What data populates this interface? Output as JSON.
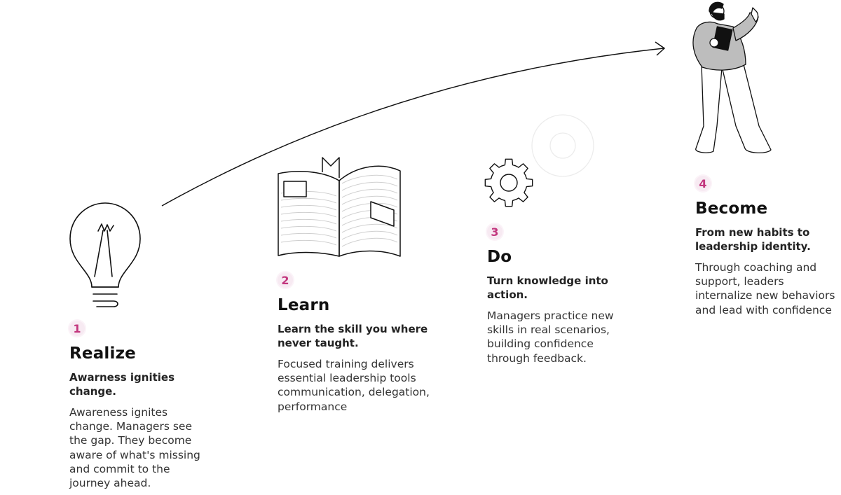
{
  "accent_color": "#c2357d",
  "badge_bg_color": "#f7eaf2",
  "steps": [
    {
      "number": "1",
      "title": "Realize",
      "subtitle": "Awarness ignities change.",
      "description": "Awareness ignites change. Managers see the gap. They become aware of what's missing and commit to the journey ahead.",
      "icon": "lightbulb-icon"
    },
    {
      "number": "2",
      "title": "Learn",
      "subtitle": "Learn the skill you where never taught.",
      "description": "Focused training delivers essential leadership tools communication, delegation, performance",
      "icon": "open-book-icon"
    },
    {
      "number": "3",
      "title": "Do",
      "subtitle": "Turn knowledge into action.",
      "description": "Managers practice new skills in real scenarios, building confidence through feedback.",
      "icon": "gear-icon"
    },
    {
      "number": "4",
      "title": "Become",
      "subtitle": "From new habits to leadership identity.",
      "description": "Through coaching and support, leaders internalize new behaviors and lead with confidence",
      "icon": "leader-person-icon"
    }
  ]
}
